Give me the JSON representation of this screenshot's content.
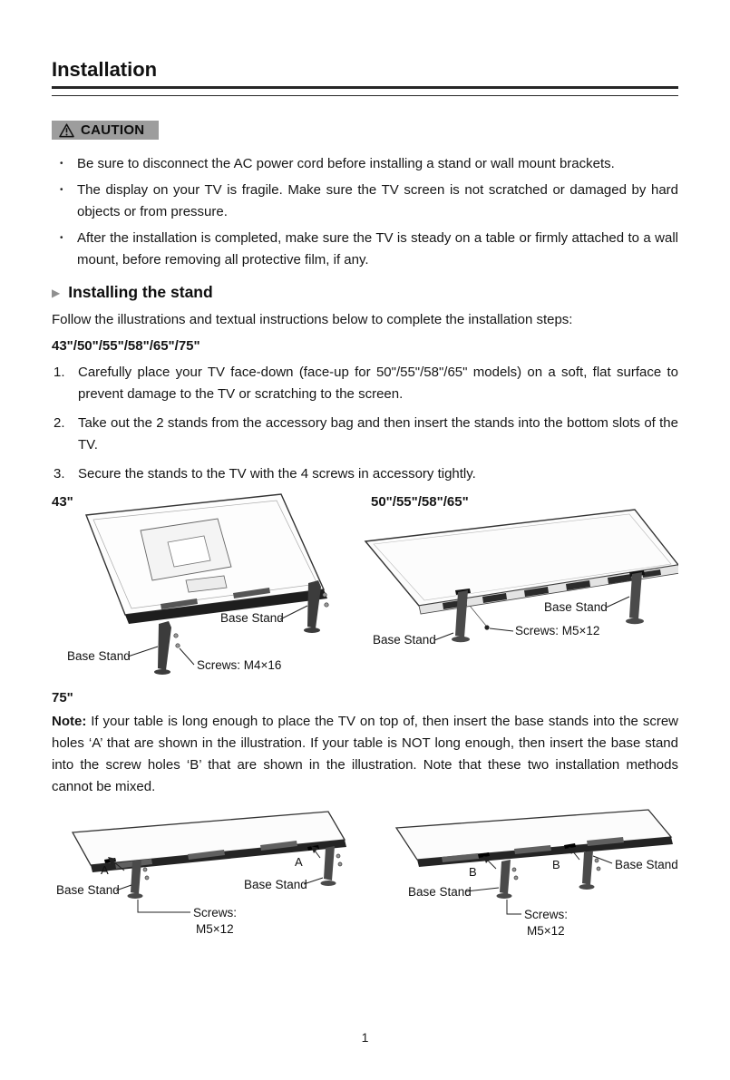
{
  "page": {
    "title": "Installation",
    "page_number": "1"
  },
  "caution": {
    "label": "CAUTION",
    "items": [
      "Be sure to disconnect the AC power cord before installing a stand or wall mount brackets.",
      "The display on your TV is fragile. Make sure the TV screen is not scratched or damaged by hard objects or from pressure.",
      "After the installation is completed, make sure the TV is steady on a table or firmly attached to a wall mount, before removing all protective film, if any."
    ]
  },
  "stand_section": {
    "heading": "Installing the stand",
    "intro": "Follow the illustrations and textual instructions below to complete the installation steps:",
    "models_line": "43\"/50\"/55\"/58\"/65\"/75\"",
    "steps": [
      {
        "num": "1.",
        "text": "Carefully place your TV face-down (face-up for 50\"/55\"/58\"/65\" models) on a soft, flat surface to prevent damage to the TV or scratching to the screen."
      },
      {
        "num": "2.",
        "text": "Take out the 2 stands from the accessory bag and then insert the stands into the bottom slots of the TV."
      },
      {
        "num": "3.",
        "text": "Secure the stands to the TV with the 4 screws in accessory tightly."
      }
    ]
  },
  "figure_43": {
    "title": "43\"",
    "base_stand_right": "Base Stand",
    "base_stand_left": "Base Stand",
    "screws": "Screws: M4×16"
  },
  "figure_50_65": {
    "title": "50\"/55\"/58\"/65\"",
    "base_stand_right": "Base Stand",
    "base_stand_left": "Base Stand",
    "screws": "Screws: M5×12"
  },
  "section_75": {
    "title": "75\"",
    "note_label": "Note:",
    "note_text": " If your table is long enough to place the TV on top of, then insert the base stands into the screw holes ‘A’ that are shown in the illustration. If your table is NOT long enough, then insert the base stand into the screw holes ‘B’ that are shown in the illustration. Note that these two installation methods cannot be mixed."
  },
  "figure_75_a": {
    "hole_left": "A",
    "hole_right": "A",
    "base_stand_left": "Base Stand",
    "base_stand_mid": "Base Stand",
    "screws_line1": "Screws:",
    "screws_line2": "M5×12"
  },
  "figure_75_b": {
    "hole_left": "B",
    "hole_right": "B",
    "base_stand_left": "Base Stand",
    "base_stand_right": "Base Stand",
    "screws_line1": "Screws:",
    "screws_line2": "M5×12"
  }
}
